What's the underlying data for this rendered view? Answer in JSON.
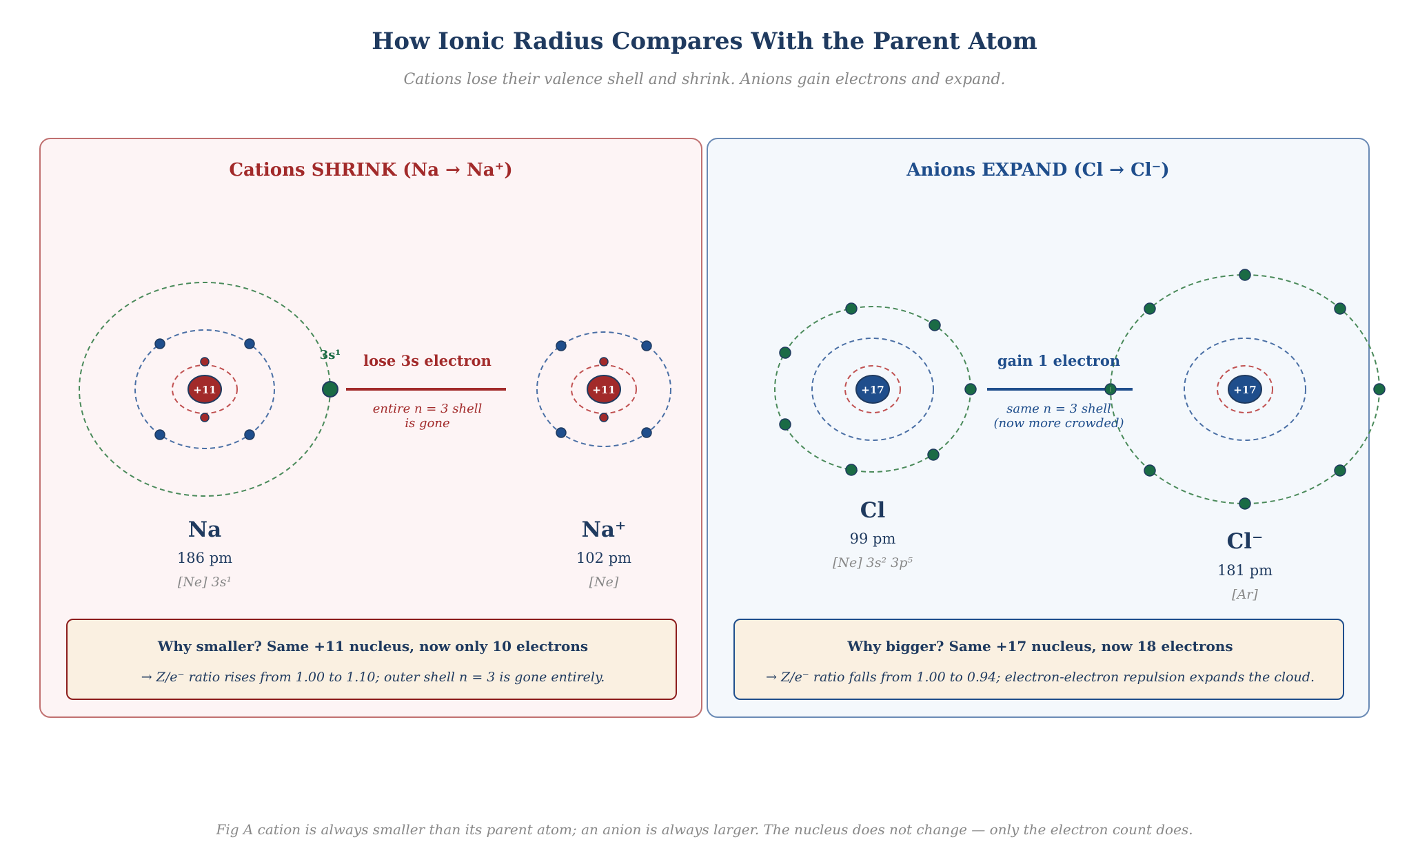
{
  "title": "How Ionic Radius Compares With the Parent Atom",
  "subtitle": "Cations lose their valence shell and shrink.  Anions gain electrons and expand.",
  "left_panel": {
    "title": "Cations  SHRINK   (Na → Na⁺)",
    "atom": {
      "symbol": "Na",
      "radius": "186 pm",
      "config": "[Ne] 3s¹",
      "nucleus": "+11"
    },
    "ion": {
      "symbol": "Na⁺",
      "radius": "102 pm",
      "config": "[Ne]",
      "nucleus": "+11"
    },
    "valence_tag": "3s¹",
    "arrow_label": "lose 3s electron",
    "arrow_note_1": "entire n = 3 shell",
    "arrow_note_2": "is gone",
    "note_head": "Why smaller?  Same +11 nucleus, now only 10 electrons",
    "note_body": "→ Z/e⁻ ratio rises from 1.00 to 1.10; outer shell n = 3 is gone entirely."
  },
  "right_panel": {
    "title": "Anions  EXPAND   (Cl → Cl⁻)",
    "atom": {
      "symbol": "Cl",
      "radius": "99 pm",
      "config": "[Ne] 3s² 3p⁵",
      "nucleus": "+17"
    },
    "ion": {
      "symbol": "Cl⁻",
      "radius": "181 pm",
      "config": "[Ar]",
      "nucleus": "+17"
    },
    "arrow_label": "gain 1 electron",
    "arrow_note_1": "same n = 3 shell",
    "arrow_note_2": "(now more crowded)",
    "note_head": "Why bigger?  Same +17 nucleus, now 18 electrons",
    "note_body": "→ Z/e⁻ ratio falls from 1.00 to 0.94; electron-electron repulsion expands the cloud."
  },
  "caption": "Fig  A cation is always smaller than its parent atom; an anion is always larger. The nucleus does not change — only the electron count does.",
  "colors": {
    "cation_accent": "#a22a2a",
    "anion_accent": "#1f4e8c",
    "valence_electron": "#1a6b45",
    "core_electron": "#1f4e8c",
    "inner_electron": "#a22a2a"
  }
}
